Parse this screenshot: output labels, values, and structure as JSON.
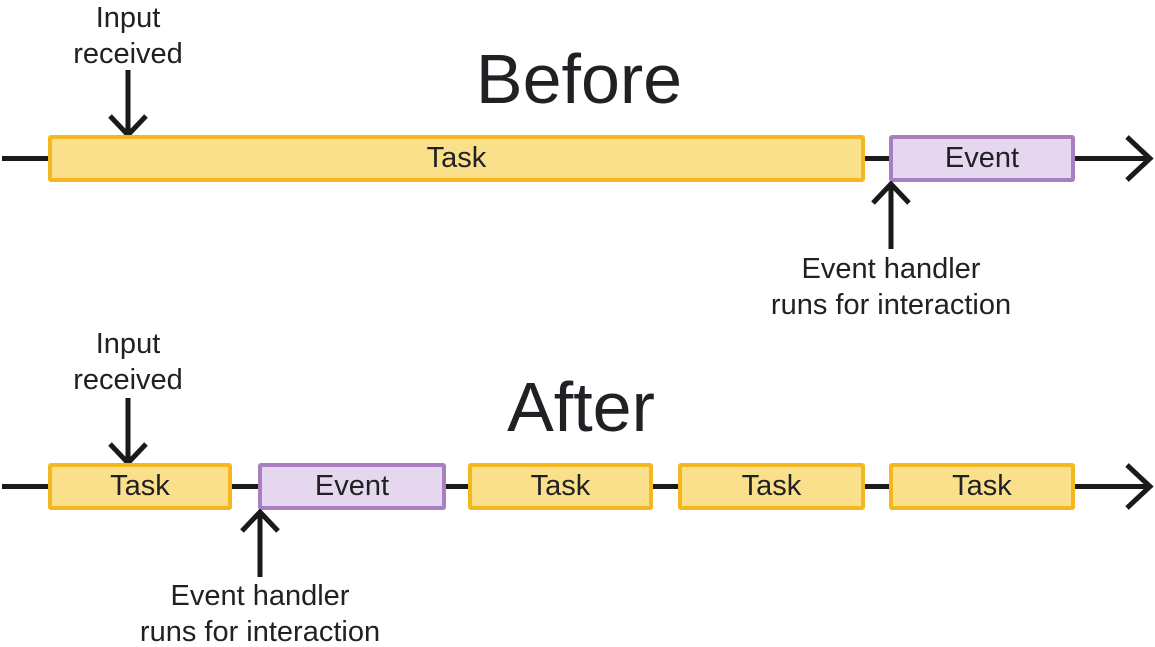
{
  "colors": {
    "task_fill": "#FBE08C",
    "task_border": "#F5B71F",
    "event_fill": "#E5D8EE",
    "event_border": "#A97FC2",
    "line_color": "#1A1A1A",
    "text_color": "#202124"
  },
  "before": {
    "title": "Before",
    "input_label": "Input\nreceived",
    "handler_label": "Event handler\nruns for interaction",
    "segments": [
      {
        "type": "task",
        "label": "Task"
      },
      {
        "type": "event",
        "label": "Event"
      }
    ]
  },
  "after": {
    "title": "After",
    "input_label": "Input\nreceived",
    "handler_label": "Event handler\nruns for interaction",
    "segments": [
      {
        "type": "task",
        "label": "Task"
      },
      {
        "type": "event",
        "label": "Event"
      },
      {
        "type": "task",
        "label": "Task"
      },
      {
        "type": "task",
        "label": "Task"
      },
      {
        "type": "task",
        "label": "Task"
      }
    ]
  }
}
